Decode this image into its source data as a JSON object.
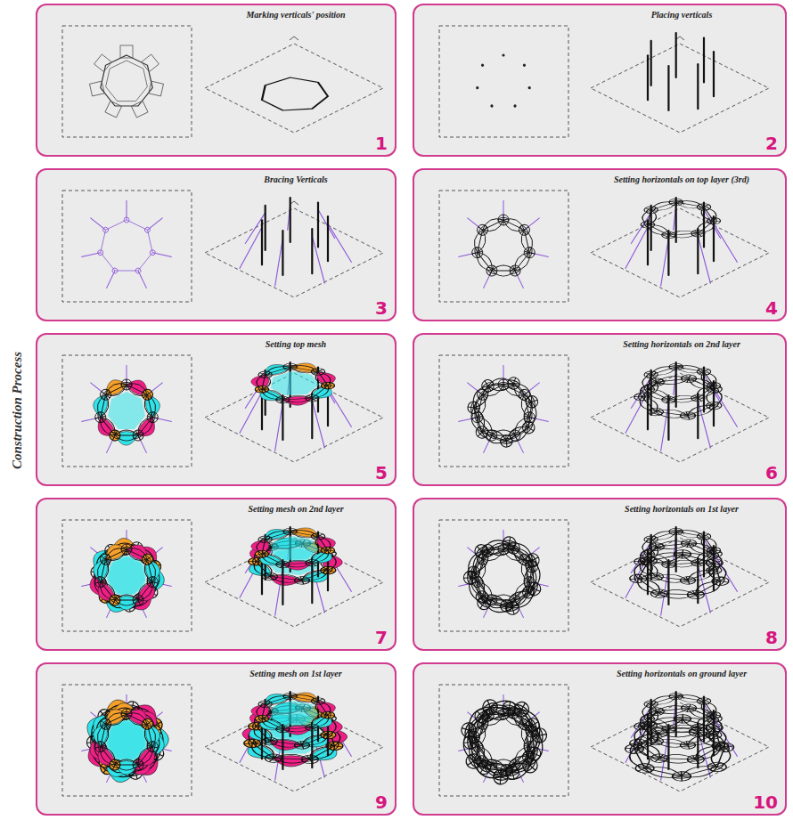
{
  "diagram": {
    "title": "Construction Process",
    "nodes": [
      {
        "text": [
          "Marking verticals' position",
          "1"
        ]
      },
      {
        "text": [
          "Placing verticals",
          "2"
        ]
      },
      {
        "text": [
          "Bracing Verticals",
          "3"
        ]
      },
      {
        "text": [
          "Setting horizontals on top layer (3rd)",
          "4"
        ]
      },
      {
        "text": [
          "Setting top mesh",
          "5"
        ]
      },
      {
        "text": [
          "Setting horizontals on 2nd layer",
          "6"
        ]
      },
      {
        "text": [
          "Setting mesh on 2nd layer",
          "7"
        ]
      },
      {
        "text": [
          "Setting horizontals on 1st layer",
          "8"
        ]
      },
      {
        "text": [
          "Setting mesh on 1st layer",
          "9"
        ]
      },
      {
        "text": [
          "Setting horizontals on ground layer",
          "10"
        ]
      }
    ]
  }
}
